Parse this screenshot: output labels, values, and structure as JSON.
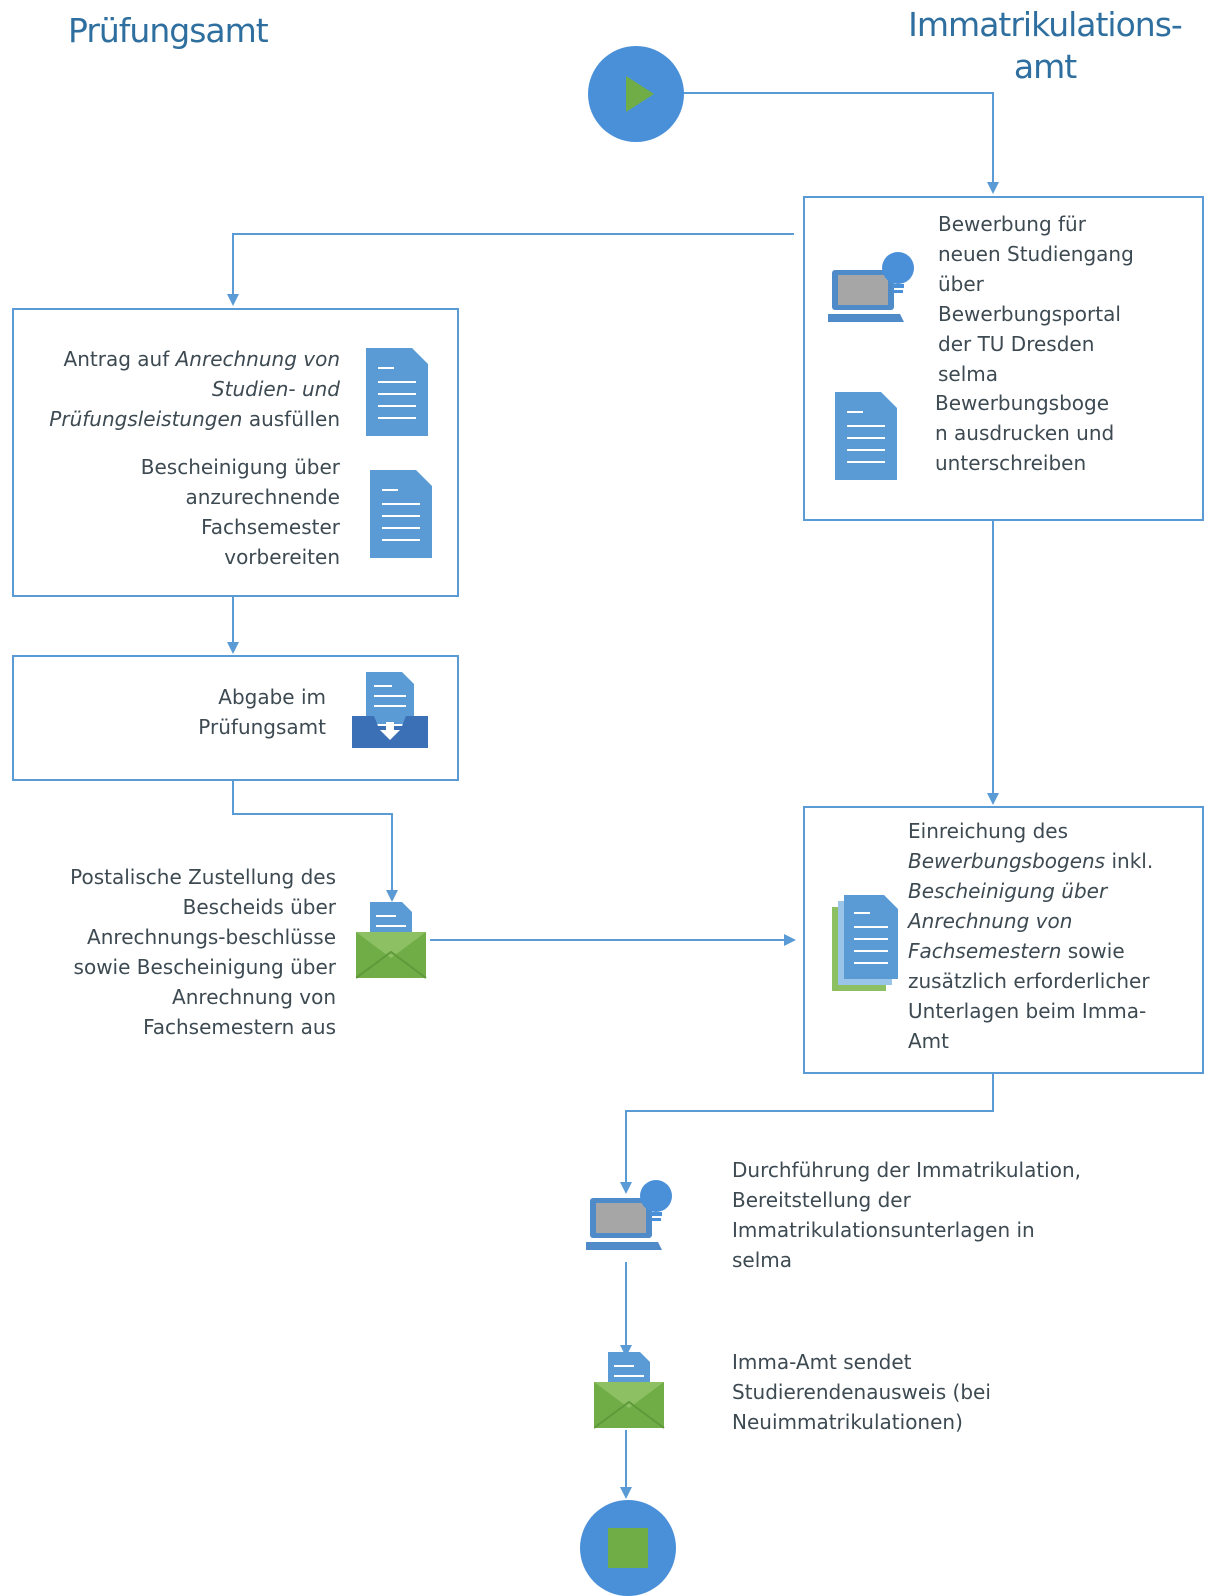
{
  "lanes": {
    "left": "Prüfungsamt",
    "right": "Immatrikulations-\namt"
  },
  "steps": {
    "bewerbung": "Bewerbung für\nneuen Studiengang\nüber\nBewerbungsportal\nder TU Dresden\nselma",
    "bogen": "Bewerbungsboge\nn ausdrucken und\nunterschreiben",
    "antrag": {
      "pre": "Antrag auf ",
      "italic1": "Anrechnung von\nStudien- und\nPrüfungsleistungen",
      "post": " ausfüllen"
    },
    "bescheinigung": "Bescheinigung über\nanzurechnende\nFachsemester\nvorbereiten",
    "abgabe": "Abgabe im\nPrüfungsamt",
    "postalisch": "Postalische Zustellung des\nBescheids über\nAnrechnungs-beschlüsse\nsowie Bescheinigung über\nAnrechnung von\nFachsemestern aus",
    "einreichung": {
      "a": "Einreichung des\n",
      "b": "Bewerbungsbogens",
      "c": " inkl.\n",
      "d": "Bescheinigung über\nAnrechnung von\nFachsemestern",
      "e": " sowie\nzusätzlich erforderlicher\nUnterlagen beim Imma-\nAmt"
    },
    "durchfuehrung": "Durchführung der Immatrikulation,\nBereitstellung der\nImmatrikulationsunterlagen in\nselma",
    "ausweis": "Imma-Amt sendet\nStudierendenausweis (bei\nNeuimmatrikulationen)"
  },
  "colors": {
    "line": "#5b9bd5",
    "doc": "#5b9bd5",
    "envelope": "#70ad47",
    "start_fill": "#4a90d9",
    "play": "#70ad47",
    "stop": "#70ad47"
  },
  "icons": [
    "play-icon",
    "laptop-bulb-icon",
    "document-icon",
    "inbox-document-icon",
    "envelope-document-icon",
    "document-stack-icon",
    "stop-icon"
  ]
}
